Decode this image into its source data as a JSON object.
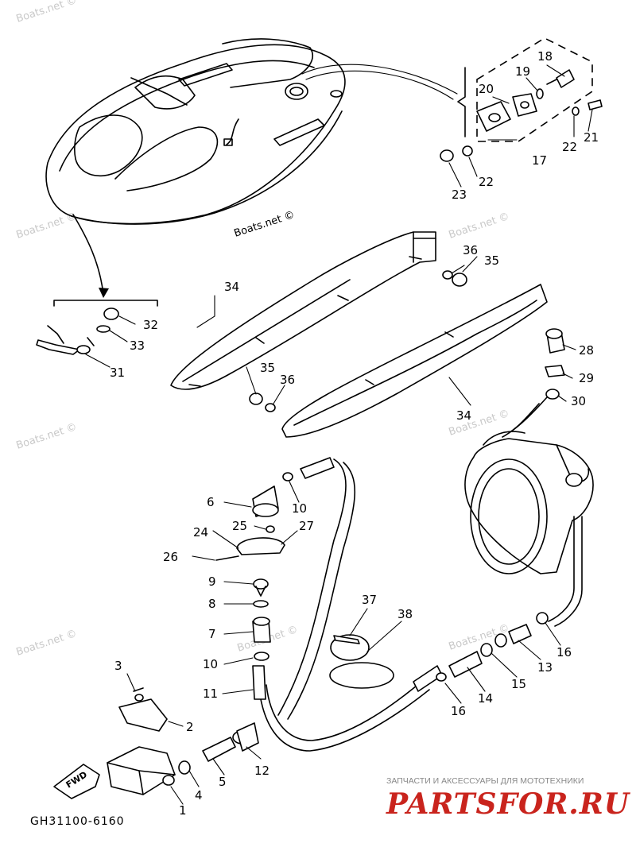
{
  "callouts": [
    {
      "id": "c1",
      "label": "1"
    },
    {
      "id": "c2",
      "label": "2"
    },
    {
      "id": "c3",
      "label": "3"
    },
    {
      "id": "c4",
      "label": "4"
    },
    {
      "id": "c5",
      "label": "5"
    },
    {
      "id": "c6",
      "label": "6"
    },
    {
      "id": "c7",
      "label": "7"
    },
    {
      "id": "c8",
      "label": "8"
    },
    {
      "id": "c9",
      "label": "9"
    },
    {
      "id": "c10a",
      "label": "10"
    },
    {
      "id": "c10b",
      "label": "10"
    },
    {
      "id": "c11",
      "label": "11"
    },
    {
      "id": "c12",
      "label": "12"
    },
    {
      "id": "c13",
      "label": "13"
    },
    {
      "id": "c14",
      "label": "14"
    },
    {
      "id": "c15",
      "label": "15"
    },
    {
      "id": "c16a",
      "label": "16"
    },
    {
      "id": "c16b",
      "label": "16"
    },
    {
      "id": "c17",
      "label": "17"
    },
    {
      "id": "c18",
      "label": "18"
    },
    {
      "id": "c19",
      "label": "19"
    },
    {
      "id": "c20",
      "label": "20"
    },
    {
      "id": "c21",
      "label": "21"
    },
    {
      "id": "c22a",
      "label": "22"
    },
    {
      "id": "c22b",
      "label": "22"
    },
    {
      "id": "c23",
      "label": "23"
    },
    {
      "id": "c24",
      "label": "24"
    },
    {
      "id": "c25",
      "label": "25"
    },
    {
      "id": "c26",
      "label": "26"
    },
    {
      "id": "c27",
      "label": "27"
    },
    {
      "id": "c28",
      "label": "28"
    },
    {
      "id": "c29",
      "label": "29"
    },
    {
      "id": "c30",
      "label": "30"
    },
    {
      "id": "c31",
      "label": "31"
    },
    {
      "id": "c32",
      "label": "32"
    },
    {
      "id": "c33",
      "label": "33"
    },
    {
      "id": "c34a",
      "label": "34"
    },
    {
      "id": "c34b",
      "label": "34"
    },
    {
      "id": "c35a",
      "label": "35"
    },
    {
      "id": "c35b",
      "label": "35"
    },
    {
      "id": "c36a",
      "label": "36"
    },
    {
      "id": "c36b",
      "label": "36"
    },
    {
      "id": "c37",
      "label": "37"
    },
    {
      "id": "c38",
      "label": "38"
    }
  ],
  "watermark_text": "Boats.net ©",
  "forward_label": "FWD",
  "diagram_code": "GH31100-6160",
  "footer": {
    "slogan": "ЗАПЧАСТИ И АКСЕССУАРЫ ДЛЯ МОТОТЕХНИКИ",
    "brand": "PARTSFOR.RU",
    "brand_color": "#c9241d"
  }
}
